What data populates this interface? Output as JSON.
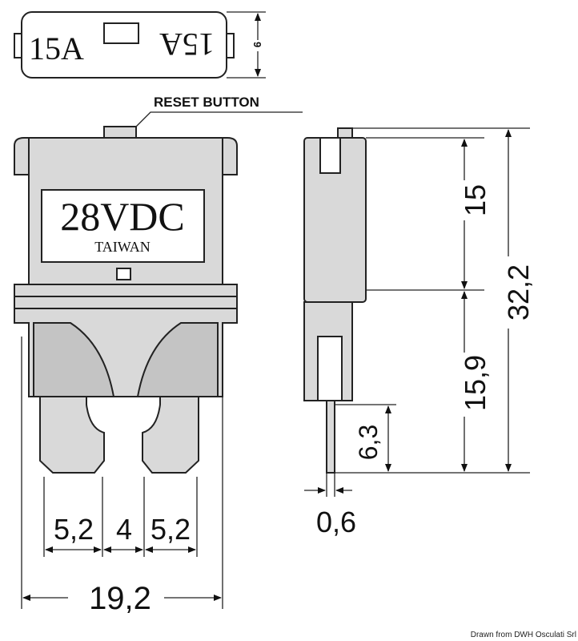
{
  "top_view": {
    "rating_left": "15A",
    "rating_right": "15A",
    "height_dim": "9"
  },
  "callout": {
    "reset_button": "RESET BUTTON"
  },
  "front_view": {
    "voltage": "28VDC",
    "origin": "TAIWAN"
  },
  "dimensions": {
    "prong_width_left": "5,2",
    "prong_gap": "4",
    "prong_width_right": "5,2",
    "total_width": "19,2",
    "body_height": "15",
    "lower_height": "15,9",
    "total_height": "32,2",
    "prong_length": "6,3",
    "prong_thickness": "0,6"
  },
  "credit": "Drawn from DWH Osculati Srl"
}
